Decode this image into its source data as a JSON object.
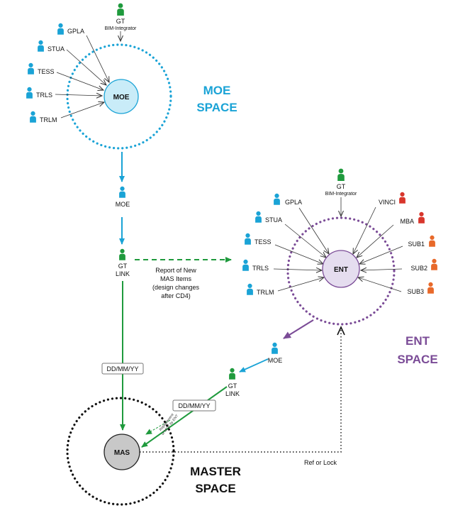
{
  "colors": {
    "moe": "#1aa3d6",
    "ent": "#7b4c97",
    "gt": "#1f9a3d",
    "red": "#d8362c",
    "orange": "#e8692a",
    "master": "#111111",
    "moe_fill": "#c9ecf8",
    "ent_fill": "#e5ddef",
    "mas_fill": "#c8c8c8"
  },
  "person_icon": "person-icon",
  "moe": {
    "node": "MOE",
    "space_line1": "MOE",
    "space_line2": "SPACE",
    "gt_label": "GT",
    "gt_sub": "BIM-Integrator",
    "members": [
      "GPLA",
      "STUA",
      "TESS",
      "TRLS",
      "TRLM"
    ]
  },
  "ent": {
    "node": "ENT",
    "space_line1": "ENT",
    "space_line2": "SPACE",
    "gt_label": "GT",
    "gt_sub": "BIM-Integrator",
    "left_members": [
      "GPLA",
      "STUA",
      "TESS",
      "TRLS",
      "TRLM"
    ],
    "right_members": [
      "VINCI",
      "MBA",
      "SUB1",
      "SUB2",
      "SUB3"
    ]
  },
  "master": {
    "node": "MAS",
    "space_line1": "MASTER",
    "space_line2": "SPACE"
  },
  "flow": {
    "moe_relay": "MOE",
    "gt_link_line1": "GT",
    "gt_link_line2": "LINK",
    "report_lines": [
      "Report of New",
      "MAS Items",
      "(design changes",
      "after CD4)"
    ],
    "date1": "DD/MM/YY",
    "ent_moe": "MOE",
    "gt_link2_line1": "GT",
    "gt_link2_line2": "LINK",
    "date2": "DD/MM/YY",
    "replacement_lines": [
      "Replacement",
      "of MOE by ENT"
    ],
    "ref_lock": "Ref or Lock"
  }
}
